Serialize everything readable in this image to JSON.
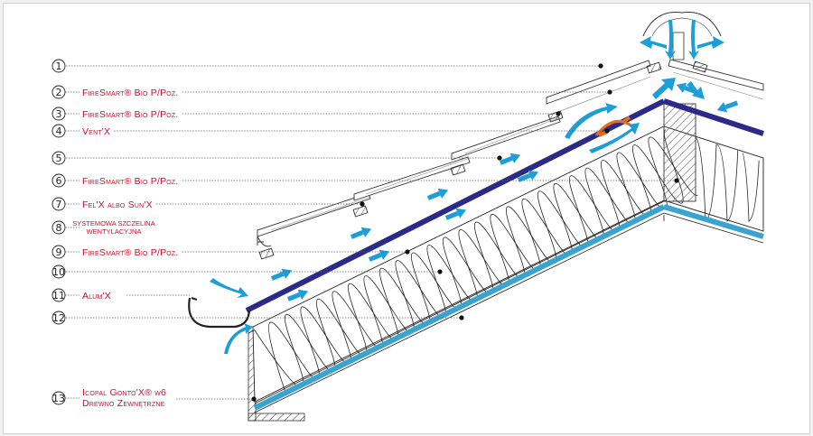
{
  "colors": {
    "membrane": "#2b2a86",
    "insulation_line": "#3aa4cf",
    "arrow": "#1d9ed8",
    "accent": "#e36b1b",
    "label": "#c8102e"
  },
  "callouts": [
    {
      "num": "1",
      "label": ""
    },
    {
      "num": "2",
      "label": "FireSmart® Bio P/Poz."
    },
    {
      "num": "3",
      "label": "FireSmart® Bio P/Poz."
    },
    {
      "num": "4",
      "label": "Vent'X"
    },
    {
      "num": "5",
      "label": ""
    },
    {
      "num": "6",
      "label": "FireSmart® Bio P/Poz."
    },
    {
      "num": "7",
      "label": "Fel'X albo Sun'X"
    },
    {
      "num": "8",
      "label": "systemowa szczelina",
      "label2": "wentylacyjna"
    },
    {
      "num": "9",
      "label": "FireSmart® Bio P/Poz."
    },
    {
      "num": "10",
      "label": ""
    },
    {
      "num": "11",
      "label": "Alum'X"
    },
    {
      "num": "12",
      "label": ""
    },
    {
      "num": "13",
      "label": "Icopal Gonto'X® w6",
      "label2": "Drewno Zewnętrzne"
    }
  ]
}
